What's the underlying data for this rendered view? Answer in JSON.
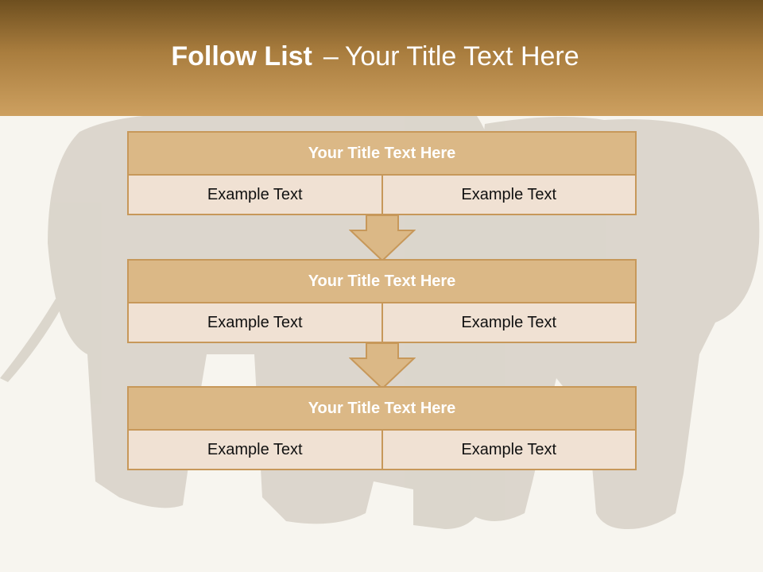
{
  "header": {
    "title_bold": "Follow List",
    "title_dash": "–",
    "title_rest": "Your Title Text Here"
  },
  "colors": {
    "header_dark": "#6e4f1f",
    "header_light": "#cda060",
    "block_title_bg": "#dbb886",
    "block_cell_bg": "#f0e1d3",
    "border": "#c7985a"
  },
  "blocks": [
    {
      "title": "Your Title Text Here",
      "cells": [
        "Example Text",
        "Example Text"
      ]
    },
    {
      "title": "Your Title Text Here",
      "cells": [
        "Example Text",
        "Example Text"
      ]
    },
    {
      "title": "Your Title Text Here",
      "cells": [
        "Example Text",
        "Example Text"
      ]
    }
  ]
}
